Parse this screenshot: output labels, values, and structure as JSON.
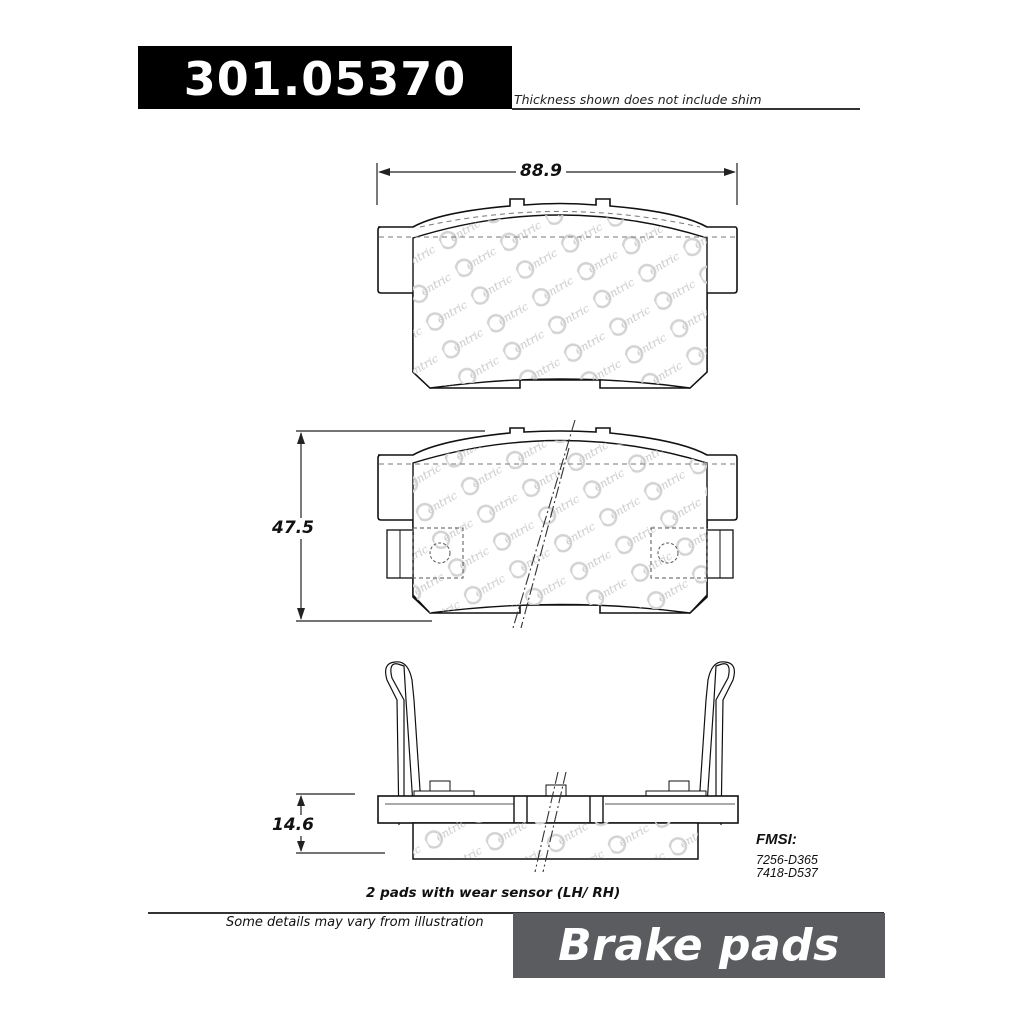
{
  "header": {
    "part_number": "301.05370",
    "note": "Thickness shown does not include shim"
  },
  "dimensions": {
    "width": "88.9",
    "height": "47.5",
    "thickness": "14.6"
  },
  "diagram": {
    "views": [
      "front-view",
      "back-view-with-wear-sensors",
      "side-view-with-clips"
    ],
    "watermark_text": "Centric",
    "caption": "2 pads with wear sensor (LH/ RH)"
  },
  "fmsi": {
    "title": "FMSI:",
    "codes": [
      "7256-D365",
      "7418-D537"
    ]
  },
  "footer": {
    "note": "Some details may vary from illustration",
    "category": "Brake pads"
  },
  "colors": {
    "header_band": "#000000",
    "category_band": "#5a5c5f",
    "line": "#111111",
    "watermark": "#c8c8c8"
  }
}
